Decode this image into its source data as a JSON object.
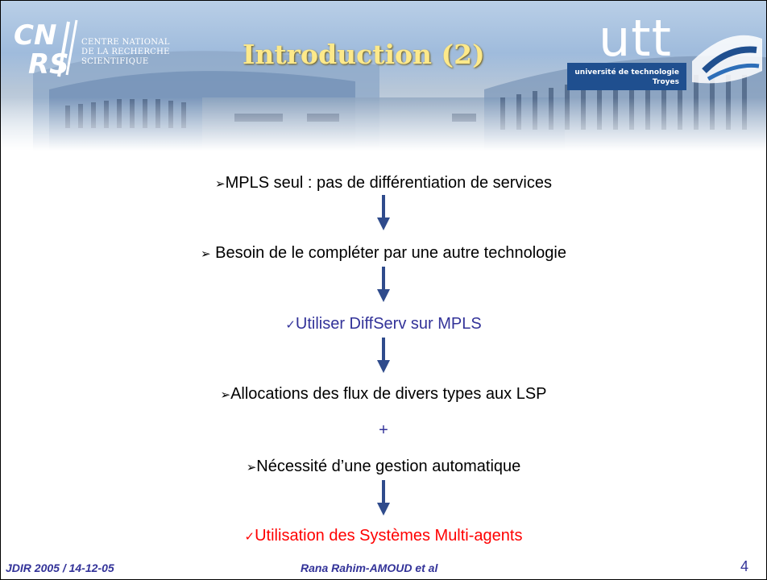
{
  "header": {
    "title": "Introduction (2)",
    "cnrs_logo_text": "CNRS",
    "cnrs_lines": [
      "CENTRE NATIONAL",
      "DE LA RECHERCHE",
      "SCIENTIFIQUE"
    ],
    "utt_logo_text": "utt",
    "utt_sub1": "université de technologie",
    "utt_sub2": "Troyes"
  },
  "content": {
    "line1": {
      "marker": "➢",
      "text": "MPLS seul : pas de différentiation de services"
    },
    "line2": {
      "marker": "➢",
      "text": " Besoin de le compléter par une autre technologie"
    },
    "line3": {
      "marker": "✓",
      "text": "Utiliser DiffServ sur MPLS"
    },
    "line4": {
      "marker": "➢",
      "text": "Allocations des flux de divers types aux LSP"
    },
    "plus": "+",
    "line5": {
      "marker": "➢",
      "text": "Nécessité d’une gestion automatique"
    },
    "line6": {
      "marker": "✓",
      "text": "Utilisation des Systèmes Multi-agents"
    }
  },
  "colors": {
    "text": "#000000",
    "blue": "#333399",
    "red": "#ff0000",
    "title": "#fde98a"
  },
  "footer": {
    "left": "JDIR 2005 / 14-12-05",
    "center": "Rana  Rahim-AMOUD et al",
    "page": "4"
  }
}
